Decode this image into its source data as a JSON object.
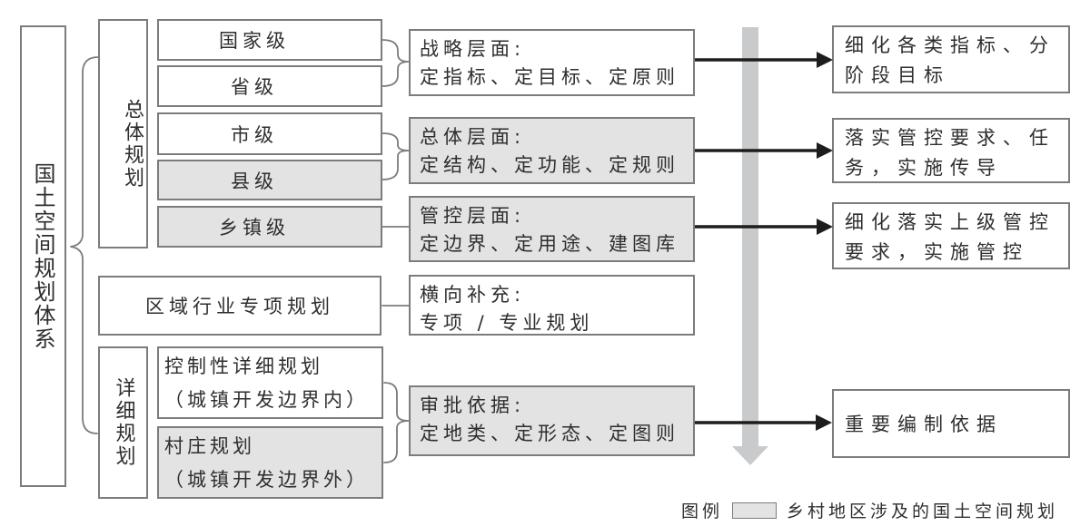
{
  "diagram": {
    "root": {
      "label": "国土空间规划体系"
    },
    "overall_group": {
      "label": "总体规划",
      "levels": [
        {
          "label": "国家级",
          "rural": false
        },
        {
          "label": "省级",
          "rural": false
        },
        {
          "label": "市级",
          "rural": false
        },
        {
          "label": "县级",
          "rural": true
        },
        {
          "label": "乡镇级",
          "rural": true
        }
      ]
    },
    "regional": {
      "label": "区域行业专项规划",
      "rural": false
    },
    "detailed_group": {
      "label": "详细规划",
      "items": [
        {
          "line1": "控制性详细规划",
          "line2": "（城镇开发边界内）",
          "rural": false
        },
        {
          "line1": "村庄规划",
          "line2": "（城镇开发边界外）",
          "rural": true
        }
      ]
    },
    "function_boxes": [
      {
        "line1": "战略层面:",
        "line2": "定指标、定目标、定原则",
        "rural": false
      },
      {
        "line1": "总体层面:",
        "line2": "定结构、定功能、定规则",
        "rural": true
      },
      {
        "line1": "管控层面:",
        "line2": "定边界、定用途、建图库",
        "rural": true
      },
      {
        "line1": "横向补充:",
        "line2": "专项 / 专业规划",
        "rural": false
      },
      {
        "line1": "审批依据:",
        "line2": "定地类、定形态、定图则",
        "rural": true
      }
    ],
    "outcome_boxes": [
      {
        "lines": [
          "细化各类指标、分",
          "阶段目标"
        ]
      },
      {
        "lines": [
          "落实管控要求、任",
          "务，实施传导"
        ]
      },
      {
        "lines": [
          "细化落实上级管控",
          "要求，实施管控"
        ]
      },
      {
        "lines": [
          "重要编制依据"
        ]
      }
    ],
    "legend": {
      "title": "图例",
      "swatch_label": "乡村地区涉及的国土空间规划"
    },
    "colors": {
      "border": "#7c7c7c",
      "text": "#2e2e2e",
      "rural": "#e3e3e3",
      "flow": "#c9cacc",
      "arrow": "#1d1d1d",
      "bg": "#ffffff"
    }
  }
}
